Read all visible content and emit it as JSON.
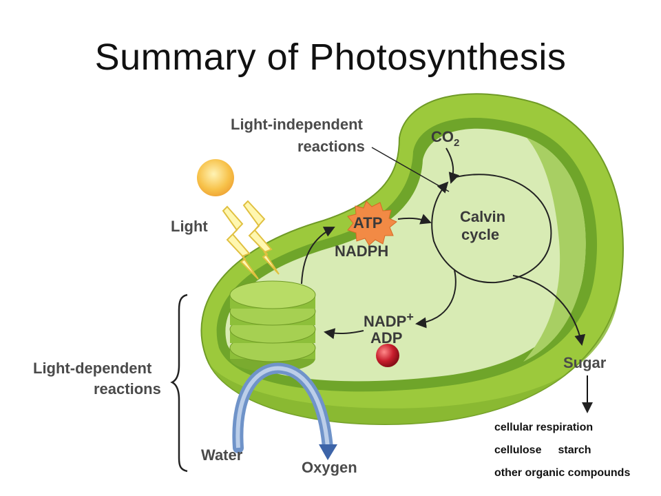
{
  "title": "Summary of Photosynthesis",
  "labels": {
    "light_independent_line1": "Light-independent",
    "light_independent_line2": "reactions",
    "light": "Light",
    "light_dependent_line1": "Light-dependent",
    "light_dependent_line2": "reactions",
    "water": "Water",
    "oxygen": "Oxygen",
    "sugar": "Sugar",
    "co2_main": "CO",
    "co2_sub": "2",
    "calvin_line1": "Calvin",
    "calvin_line2": "cycle",
    "atp": "ATP",
    "nadph": "NADPH",
    "nadp_main": "NADP",
    "nadp_sup": "+",
    "adp": "ADP"
  },
  "sugar_products": {
    "line1": "cellular respiration",
    "line2_a": "cellulose",
    "line2_b": "starch",
    "line3": "other organic compounds"
  },
  "colors": {
    "outer_membrane": "#9cc93c",
    "inner_fill": "#d8ebb4",
    "thylakoid": "#8dbf3a",
    "sun": "#f7c24a",
    "atp_star": "#f28a45",
    "molecule": "#c81e2d",
    "water_arrow": "#6f93c9"
  }
}
